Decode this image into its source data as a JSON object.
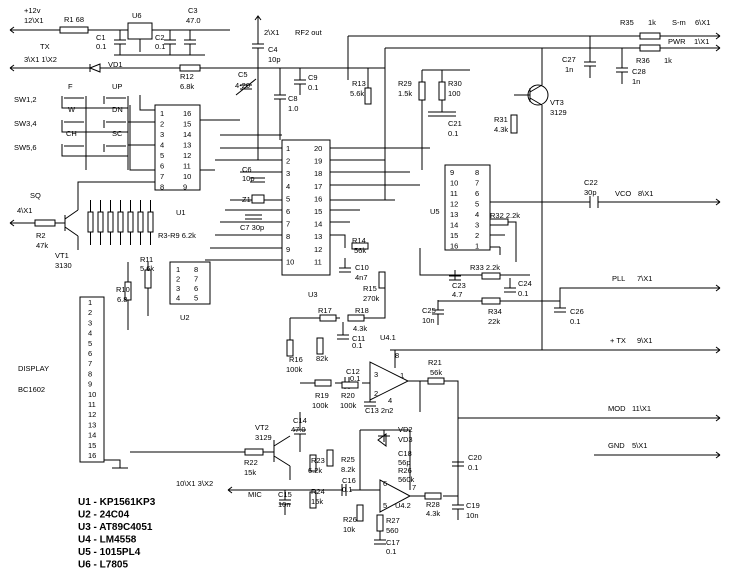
{
  "nets": {
    "v12": "+12v",
    "v12_port": "12\\X1",
    "tx": "TX",
    "tx_port": "3\\X1 1\\X2",
    "rf2_port": "2\\X1",
    "rf2_label": "RF2 out",
    "sm": "S-m",
    "sm_port": "6\\X1",
    "pwr": "PWR",
    "pwr_port": "1\\X1",
    "vco": "VCO",
    "vco_port": "8\\X1",
    "pll": "PLL",
    "pll_port": "7\\X1",
    "plus_tx": "+ TX",
    "plus_tx_port": "9\\X1",
    "mod": "MOD",
    "mod_port": "11\\X1",
    "gnd": "GND",
    "gnd_port": "5\\X1",
    "mic": "MIC",
    "mic_port": "10\\X1 3\\X2",
    "sq": "SQ",
    "sq_port": "4\\X1"
  },
  "switches": {
    "sw12": "SW1,2",
    "sw34": "SW3,4",
    "sw56": "SW5,6",
    "f": "F",
    "up": "UP",
    "w": "W",
    "dn": "DN",
    "ch": "CH",
    "sc": "SC"
  },
  "components": {
    "r1": "R1 68",
    "u6": "U6",
    "c3": "C3",
    "c3v": "47.0",
    "c1": "C1",
    "c1v": "0.1",
    "c2": "C2",
    "c2v": "0.1",
    "vd1": "VD1",
    "r12": "R12",
    "r12v": "6.8k",
    "c4": "C4",
    "c4v": "10p",
    "c5": "C5",
    "c5v": "4-20",
    "c9": "C9",
    "c9v": "0.1",
    "c8": "C8",
    "c8v": "1.0",
    "r13": "R13",
    "r13v": "5.6k",
    "r29": "R29",
    "r29v": "1.5k",
    "r30": "R30",
    "r30v": "100",
    "c21": "C21",
    "c21v": "0.1",
    "r31": "R31",
    "r31v": "4.3k",
    "vt3": "VT3",
    "vt3v": "3129",
    "r35": "R35",
    "r35v": "1k",
    "r36": "R36",
    "r36v": "1k",
    "c27": "C27",
    "c27v": "1n",
    "c28": "C28",
    "c28v": "1n",
    "c6": "C6",
    "c6v": "10p",
    "z1": "Z1",
    "c7": "C7 30p",
    "r2": "R2",
    "r2v": "47k",
    "vt1": "VT1",
    "vt1v": "3130",
    "r39": "R3-R9 6.2k",
    "r11": "R11",
    "r11v": "5.6k",
    "r10": "R10",
    "r10v": "6.8",
    "u1": "U1",
    "u2": "U2",
    "u3": "U3",
    "u5": "U5",
    "c22": "C22",
    "c22v": "30p",
    "r32": "R32 2.2k",
    "r33": "R33 2.2k",
    "c23": "C23",
    "c23v": "4.7",
    "c24": "C24",
    "c24v": "0.1",
    "c25": "C25",
    "c25v": "10n",
    "r34": "R34",
    "r34v": "22k",
    "c26": "C26",
    "c26v": "0.1",
    "r14": "R14",
    "r14v": "56k",
    "c10": "C10",
    "c10v": "4n7",
    "r15": "R15",
    "r15v": "270k",
    "r17": "R17",
    "r18": "R18",
    "r18v": "4.3k",
    "c11": "C11",
    "c11v": "0.1",
    "r16": "R16",
    "r16v": "100k",
    "r17v": "82k",
    "u41": "U4.1",
    "c12": "C12",
    "c12v": "0.1",
    "r19": "R19",
    "r19v": "100k",
    "r20": "R20",
    "r20v": "100k",
    "c13": "C13 2n2",
    "r21": "R21",
    "r21v": "56k",
    "c14": "C14",
    "c14v": "47.0",
    "vt2": "VT2",
    "vt2v": "3129",
    "r22": "R22",
    "r22v": "15k",
    "r25": "R25",
    "r25v": "8.2k",
    "r23": "R23",
    "r23v": "6.2k",
    "vd2": "VD2",
    "vd3": "VD3",
    "c18": "C18",
    "c18v": "56p",
    "r26": "R26",
    "r26v": "560k",
    "c20": "C20",
    "c20v": "0.1",
    "c15": "C15",
    "c15v": "10n",
    "r24": "R24",
    "r24v": "15k",
    "c16": "C16",
    "c16v": "0.1",
    "u42": "U4.2",
    "r28": "R28",
    "r28v": "4.3k",
    "c19": "C19",
    "c19v": "10n",
    "r26b": "R26",
    "r26bv": "10k",
    "r27": "R27",
    "r27v": "560",
    "c17": "C17",
    "c17v": "0.1",
    "display": "DISPLAY",
    "display_model": "BC1602"
  },
  "u1_pins": {
    "left": [
      "1",
      "2",
      "3",
      "4",
      "5",
      "6",
      "7",
      "8"
    ],
    "right": [
      "16",
      "15",
      "14",
      "13",
      "12",
      "11",
      "10",
      "9"
    ]
  },
  "u3_pins": {
    "left": [
      "1",
      "2",
      "3",
      "4",
      "5",
      "6",
      "7",
      "8",
      "9",
      "10"
    ],
    "right": [
      "20",
      "19",
      "18",
      "17",
      "16",
      "15",
      "14",
      "13",
      "12",
      "11"
    ]
  },
  "u5_pins": {
    "left": [
      "9",
      "10",
      "11",
      "12",
      "13",
      "14",
      "15",
      "16"
    ],
    "right": [
      "8",
      "7",
      "6",
      "5",
      "4",
      "3",
      "2",
      "1"
    ]
  },
  "u2_pins": {
    "left": [
      "1",
      "2",
      "3",
      "4"
    ],
    "right": [
      "8",
      "7",
      "6",
      "5"
    ]
  },
  "display_pins": [
    "1",
    "2",
    "3",
    "4",
    "5",
    "6",
    "7",
    "8",
    "9",
    "10",
    "11",
    "12",
    "13",
    "14",
    "15",
    "16"
  ],
  "op_pins": {
    "u41": [
      "8",
      "3",
      "2",
      "1",
      "4"
    ],
    "u42": [
      "6",
      "5",
      "7"
    ]
  },
  "legend": [
    "U1 - KP1561KP3",
    "U2 - 24C04",
    "U3 - AT89C4051",
    "U4 - LM4558",
    "U5 - 1015PL4",
    "U6 - L7805"
  ]
}
